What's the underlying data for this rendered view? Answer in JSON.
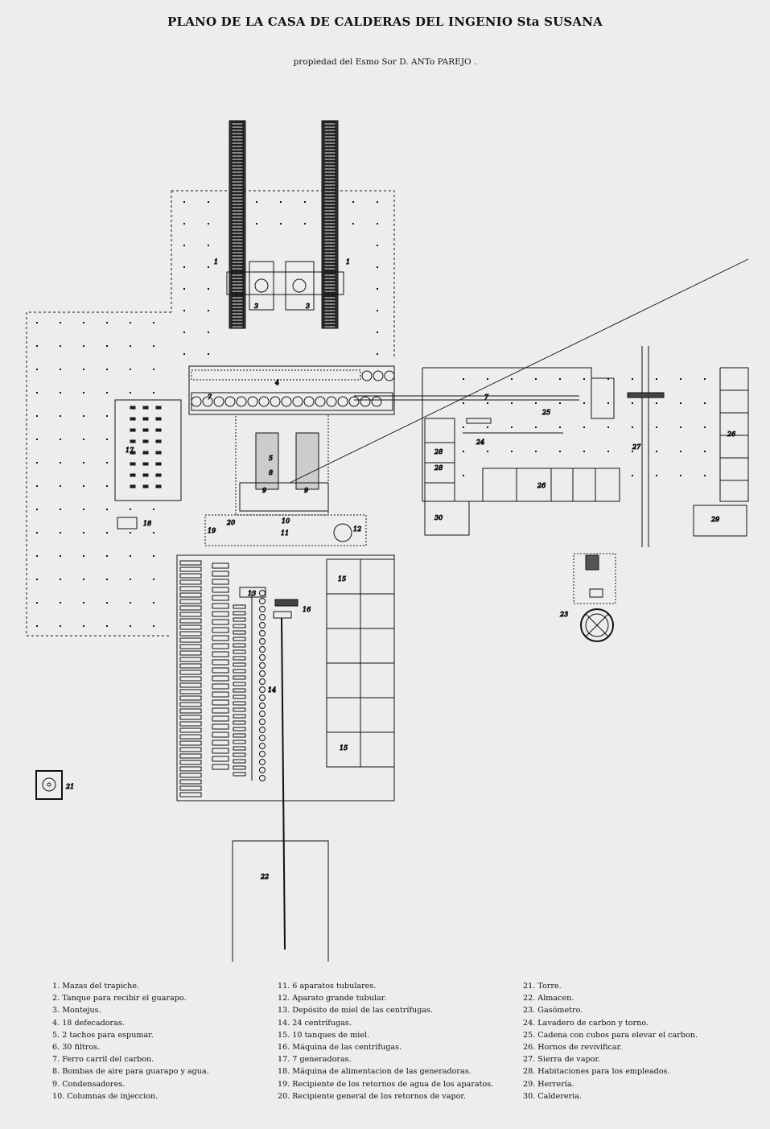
{
  "header": {
    "title": "PLANO DE LA CASA DE  CALDERAS DEL INGENIO Sta SUSANA",
    "subtitle": "propiedad  del  Esmo  Sor  D. ANTo PAREJO ."
  },
  "plan_labels": {
    "l1a": "1",
    "l1b": "1",
    "l3a": "3",
    "l3b": "3",
    "l4": "4",
    "l7a": "7",
    "l7b": "7",
    "l5": "5",
    "l8": "8",
    "l9a": "9",
    "l9b": "9",
    "l10": "10",
    "l11": "11",
    "l12": "12",
    "l17": "17",
    "l18": "18",
    "l19": "19",
    "l20": "20",
    "l13": "13",
    "l14": "14",
    "l15a": "15",
    "l15b": "15",
    "l16": "16",
    "l21": "21",
    "l22": "22",
    "l23": "23",
    "l24": "24",
    "l25": "25",
    "l26a": "26",
    "l26b": "26",
    "l27": "27",
    "l28a": "28",
    "l28b": "28",
    "l29": "29",
    "l30": "30"
  },
  "legend": {
    "col1": [
      "1.  Mazas del trapiche.",
      "2.  Tanque para recibir el guarapo.",
      "3.  Montejus.",
      "4.  18 defecadoras.",
      "5.  2 tachos para espumar.",
      "6.  30 filtros.",
      "7.  Ferro carril del carbon.",
      "8.  Bombas de aire para guarapo y agua.",
      "9.  Condensadores.",
      "10.  Columnas de injeccion."
    ],
    "col2": [
      "11.  6 aparatos tubulares.",
      "12.  Aparato grande tubular.",
      "13.  Depósito de miel de las centrífugas.",
      "14.  24 centrífugas.",
      "15.  10 tanques de miel.",
      "16.  Máquina de las centrífugas.",
      "17.  7 generadoras.",
      "18.  Máquina de alimentacion de las generadoras.",
      "19.  Recipiente de los retornos de agua de los aparatos.",
      "20.  Recipiente general de los retornos de vapor."
    ],
    "col3": [
      "21.  Torre.",
      "22.  Almacen.",
      "23.  Gasómetro.",
      "24.  Lavadero de carbon y torno.",
      "25.  Cadena con cubos para elevar el carbon.",
      "26.  Hornos de revivificar.",
      "27.  Sierra de vapor.",
      "28.  Habitaciones para los empleados.",
      "29.  Herrería.",
      "30.  Caldereria."
    ]
  },
  "colors": {
    "paper": "#eeedeb",
    "ink": "#111111"
  }
}
